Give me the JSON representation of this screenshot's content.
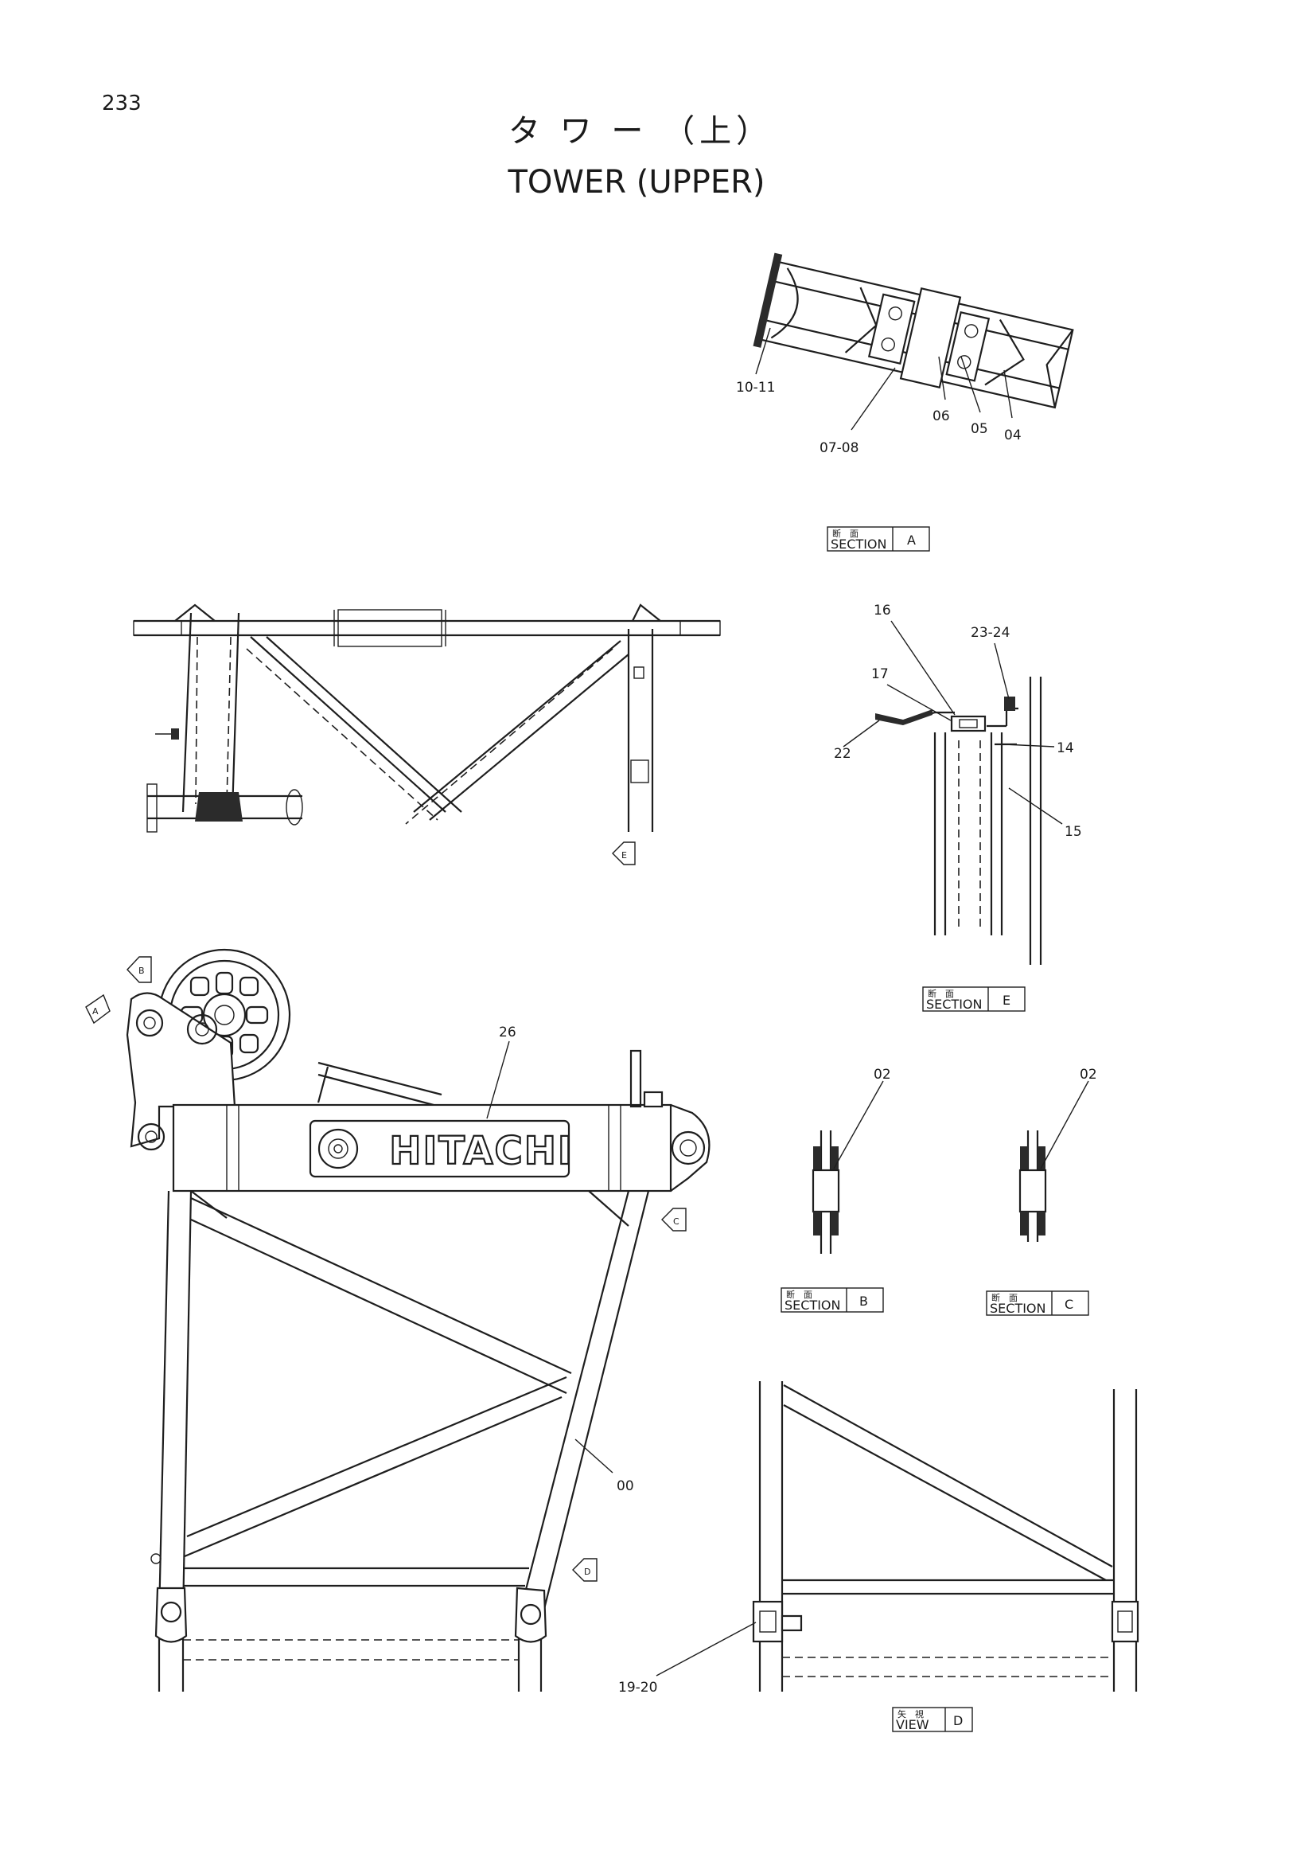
{
  "page": {
    "number": "233",
    "title_jp": "タ ワ ー （上）",
    "title_en": "TOWER (UPPER)"
  },
  "brand": {
    "name": "HITACHI"
  },
  "callouts": {
    "c10_11": "10-11",
    "c07_08": "07-08",
    "c06": "06",
    "c05": "05",
    "c04": "04",
    "c16": "16",
    "c23_24": "23-24",
    "c17": "17",
    "c22": "22",
    "c14": "14",
    "c15": "15",
    "c26": "26",
    "c02_b": "02",
    "c02_c": "02",
    "c00": "00",
    "c19_20": "19-20"
  },
  "section_labels": {
    "a_jp": "断　面",
    "a_en": "SECTION",
    "a_letter": "A",
    "e_jp": "断　面",
    "e_en": "SECTION",
    "e_letter": "E",
    "b_jp": "断　面",
    "b_en": "SECTION",
    "b_letter": "B",
    "c_jp": "断　面",
    "c_en": "SECTION",
    "c_letter": "C",
    "d_jp": "矢　視",
    "d_en": "VIEW",
    "d_letter": "D"
  },
  "view_markers": {
    "a": "A",
    "b": "B",
    "c": "C",
    "d": "D",
    "e": "E"
  }
}
